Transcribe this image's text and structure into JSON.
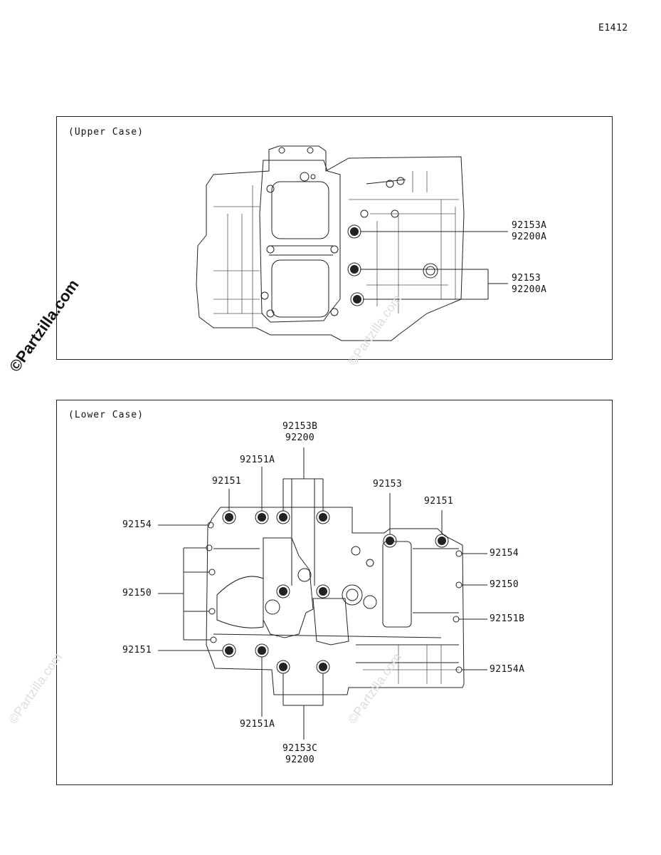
{
  "diagram_code": "E1412",
  "watermark": "©Partzilla.com",
  "upper": {
    "title": "(Upper Case)",
    "labels": {
      "a1": "92153A",
      "a2": "92200A",
      "b1": "92153",
      "b2": "92200A"
    }
  },
  "lower": {
    "title": "(Lower Case)",
    "labels": {
      "top_b1": "92153B",
      "top_b2": "92200",
      "l_92151A_top": "92151A",
      "l_92151_top": "92151",
      "l_92154_left": "92154",
      "l_92150_left": "92150",
      "l_92151_left": "92151",
      "l_92153_top": "92153",
      "l_92151_topright": "92151",
      "r_92154": "92154",
      "r_92150": "92150",
      "r_92151B": "92151B",
      "r_92154A": "92154A",
      "b_92151A": "92151A",
      "b_c1": "92153C",
      "b_c2": "92200"
    }
  }
}
